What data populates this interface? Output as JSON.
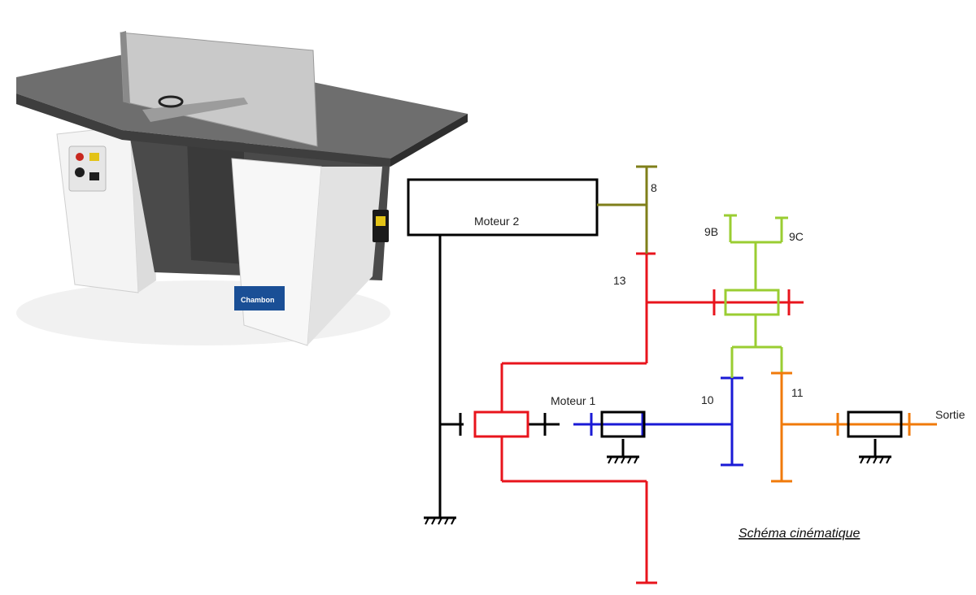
{
  "photo": {
    "brand_text": "Chambon"
  },
  "diagram": {
    "caption": "Schéma cinématique",
    "labels": {
      "motor2": "Moteur 2",
      "motor1": "Moteur 1",
      "output": "Sortie",
      "gear8": "8",
      "gear9b": "9B",
      "gear9c": "9C",
      "gear13": "13",
      "gear10": "10",
      "gear11": "11"
    },
    "colors": {
      "frame": "#000000",
      "red": "#e8141c",
      "blue": "#1a1ad6",
      "orange": "#f07a0a",
      "lime": "#9acd32",
      "olive": "#7f7f1a"
    }
  }
}
